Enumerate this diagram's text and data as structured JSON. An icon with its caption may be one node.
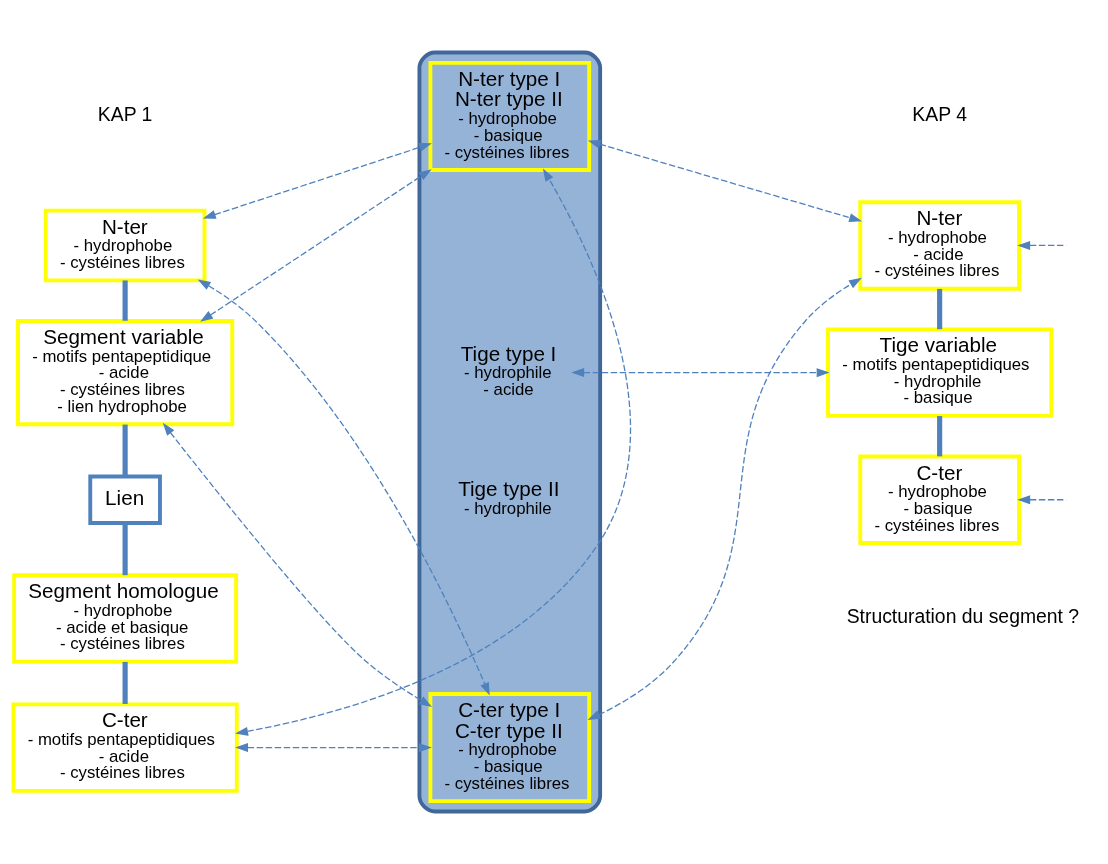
{
  "diagram": {
    "nodes": [
      {
        "text": [],
        "shape": "cylinder"
      },
      {
        "text": [
          "N-ter type I",
          "N-ter type II",
          "- hydrophobe",
          "- basique",
          "- cystéines libres"
        ],
        "in": 0
      },
      {
        "text": [
          "N-ter",
          "- hydrophobe",
          "- cystéines libres"
        ]
      },
      {
        "text": [
          "Segment variable",
          "- motifs pentapeptidique",
          "- acide",
          "- cystéines libres",
          "- lien hydrophobe"
        ]
      },
      {
        "text": [
          "Lien"
        ]
      },
      {
        "text": [
          "Segment homologue",
          "- hydrophobe",
          "- acide et basique",
          "- cystéines libres"
        ]
      },
      {
        "text": [
          "C-ter",
          "- motifs pentapeptidiques",
          "- acide",
          "- cystéines libres"
        ]
      },
      {
        "text": [
          "Tige type I",
          "- hydrophile",
          "- acide"
        ],
        "in": 0
      },
      {
        "text": [
          "Tige type II",
          "- hydrophile"
        ],
        "in": 0
      },
      {
        "text": [
          "N-ter",
          "- hydrophobe",
          "- acide",
          "- cystéines libres"
        ]
      },
      {
        "text": [
          "Tige variable",
          "- motifs pentapeptidiques",
          "- hydrophile",
          "- basique"
        ]
      },
      {
        "text": [
          "C-ter",
          "- hydrophobe",
          "- basique",
          "- cystéines libres"
        ]
      },
      {
        "text": [
          "C-ter type I",
          "C-ter type II",
          "- hydrophobe",
          "- basique",
          "- cystéines libres"
        ],
        "in": 0
      }
    ],
    "edges": [
      {
        "from": 2,
        "to": 3,
        "arrow": "none",
        "style": "thick"
      },
      {
        "from": 3,
        "to": 4,
        "arrow": "none",
        "style": "thick"
      },
      {
        "from": 4,
        "to": 5,
        "arrow": "none",
        "style": "thick"
      },
      {
        "from": 5,
        "to": 6,
        "arrow": "none",
        "style": "thick"
      },
      {
        "from": 9,
        "to": 10,
        "arrow": "none",
        "style": "thick"
      },
      {
        "from": 10,
        "to": 11,
        "arrow": "none",
        "style": "thick"
      },
      {
        "from": 2,
        "to": 1,
        "arrow": "both",
        "style": "dashed"
      },
      {
        "from": 2,
        "to": 12,
        "arrow": "both",
        "style": "dashed"
      },
      {
        "from": 3,
        "to": 1,
        "arrow": "both",
        "style": "dashed"
      },
      {
        "from": 3,
        "to": 12,
        "arrow": "both",
        "style": "dashed"
      },
      {
        "from": 6,
        "to": 1,
        "arrow": "both",
        "style": "dashed"
      },
      {
        "from": 6,
        "to": 12,
        "arrow": "both",
        "style": "dashed"
      },
      {
        "from": 1,
        "to": 9,
        "arrow": "both",
        "style": "dashed"
      },
      {
        "from": 7,
        "to": 10,
        "arrow": "both",
        "style": "dashed"
      },
      {
        "from": 12,
        "to": 9,
        "arrow": "both",
        "style": "dashed"
      },
      {
        "from": null,
        "to": 9,
        "arrow": "to",
        "style": "dashed"
      },
      {
        "from": null,
        "to": 11,
        "arrow": "to",
        "style": "dashed"
      }
    ],
    "labels": [
      "KAP 1",
      "KAP 4",
      "Structuration du segment ?"
    ]
  }
}
